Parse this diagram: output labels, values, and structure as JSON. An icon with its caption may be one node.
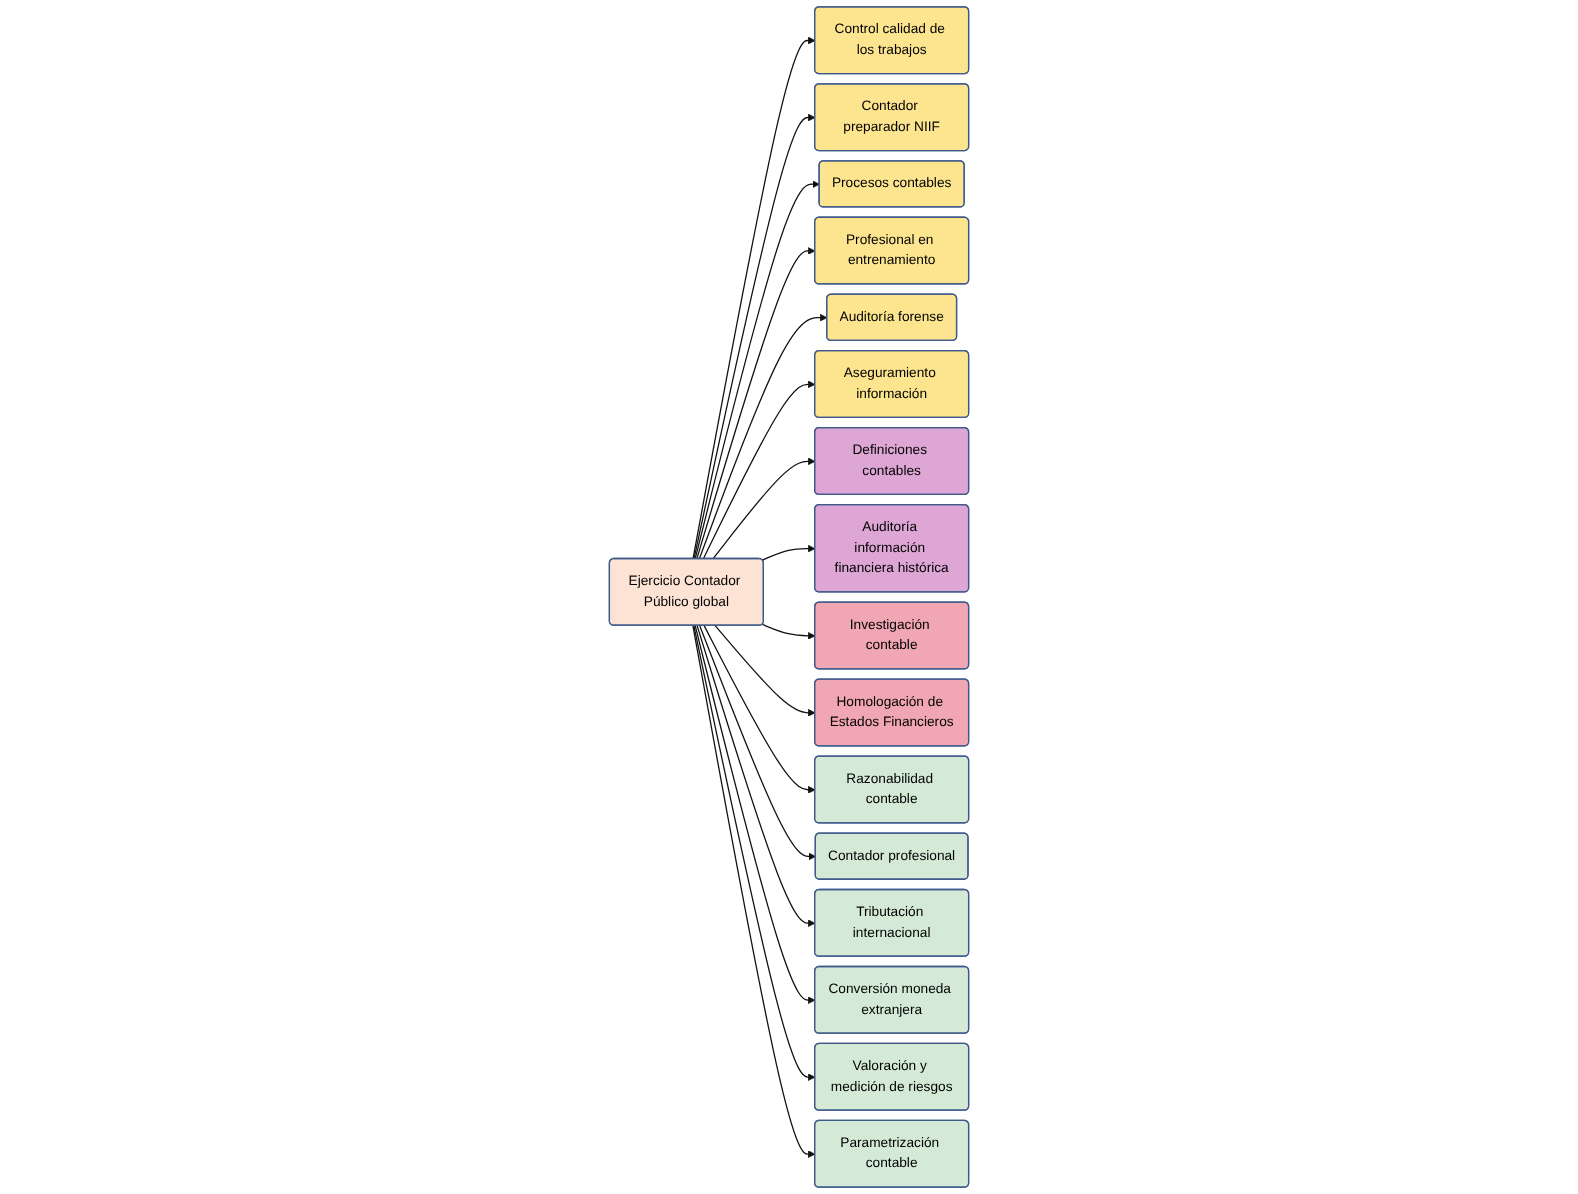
{
  "diagram": {
    "nodes": [
      {
        "text": [
          "Ejercicio Contador Público global"
        ]
      },
      {
        "text": [
          "Control calidad de los trabajos"
        ]
      },
      {
        "text": [
          "Contador preparador NIIF"
        ]
      },
      {
        "text": [
          "Procesos contables"
        ]
      },
      {
        "text": [
          "Profesional en entrenamiento"
        ]
      },
      {
        "text": [
          "Auditoría forense"
        ]
      },
      {
        "text": [
          "Aseguramiento información"
        ]
      },
      {
        "text": [
          "Definiciones contables"
        ]
      },
      {
        "text": [
          "Auditoría información financiera histórica"
        ]
      },
      {
        "text": [
          "Investigación contable"
        ]
      },
      {
        "text": [
          "Homologación de Estados Financieros"
        ]
      },
      {
        "text": [
          "Razonabilidad contable"
        ]
      },
      {
        "text": [
          "Contador profesional"
        ]
      },
      {
        "text": [
          "Tributación internacional"
        ]
      },
      {
        "text": [
          "Conversión moneda extranjera"
        ]
      },
      {
        "text": [
          "Valoración y medición de riesgos"
        ]
      },
      {
        "text": [
          "Parametrización contable"
        ]
      }
    ],
    "edges": [
      {
        "from": 0,
        "to": 1,
        "arrow": "to"
      },
      {
        "from": 0,
        "to": 2,
        "arrow": "to"
      },
      {
        "from": 0,
        "to": 3,
        "arrow": "to"
      },
      {
        "from": 0,
        "to": 4,
        "arrow": "to"
      },
      {
        "from": 0,
        "to": 5,
        "arrow": "to"
      },
      {
        "from": 0,
        "to": 6,
        "arrow": "to"
      },
      {
        "from": 0,
        "to": 7,
        "arrow": "to"
      },
      {
        "from": 0,
        "to": 8,
        "arrow": "to"
      },
      {
        "from": 0,
        "to": 9,
        "arrow": "to"
      },
      {
        "from": 0,
        "to": 10,
        "arrow": "to"
      },
      {
        "from": 0,
        "to": 11,
        "arrow": "to"
      },
      {
        "from": 0,
        "to": 12,
        "arrow": "to"
      },
      {
        "from": 0,
        "to": 13,
        "arrow": "to"
      },
      {
        "from": 0,
        "to": 14,
        "arrow": "to"
      },
      {
        "from": 0,
        "to": 15,
        "arrow": "to"
      },
      {
        "from": 0,
        "to": 16,
        "arrow": "to"
      }
    ]
  }
}
